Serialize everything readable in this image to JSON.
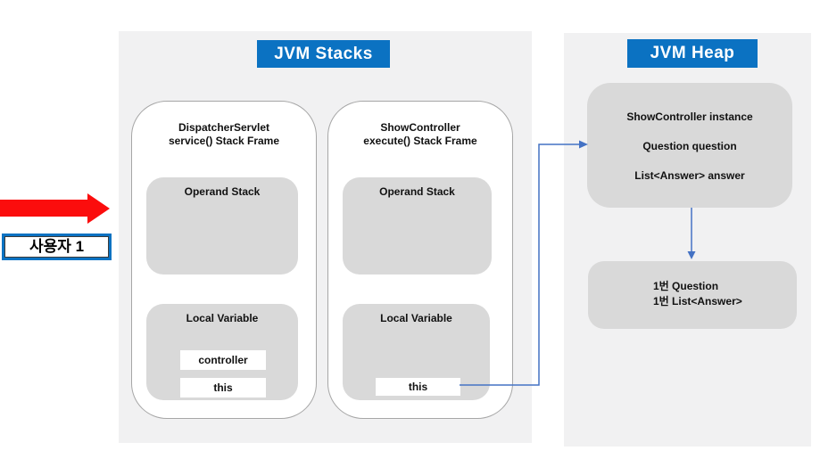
{
  "colors": {
    "accent_blue": "#0b72c2",
    "connector_blue": "#4472c4",
    "arrow_red": "#fb0d0d",
    "box_gray": "#d9d9d9",
    "panel_gray": "#f1f1f2"
  },
  "user": {
    "label": "사용자 1"
  },
  "stacks": {
    "title": "JVM Stacks",
    "frames": [
      {
        "title_line1": "DispatcherServlet",
        "title_line2": "service() Stack Frame",
        "operand_label": "Operand Stack",
        "local_label": "Local Variable",
        "slots": [
          "controller",
          "this"
        ]
      },
      {
        "title_line1": "ShowController",
        "title_line2": "execute() Stack Frame",
        "operand_label": "Operand Stack",
        "local_label": "Local Variable",
        "slots": [
          "this"
        ]
      }
    ]
  },
  "heap": {
    "title": "JVM Heap",
    "instance_box": {
      "lines": [
        "ShowController instance",
        "Question question",
        "List<Answer> answer"
      ]
    },
    "data_box": {
      "lines": [
        "1번 Question",
        "1번 List<Answer>"
      ]
    }
  }
}
